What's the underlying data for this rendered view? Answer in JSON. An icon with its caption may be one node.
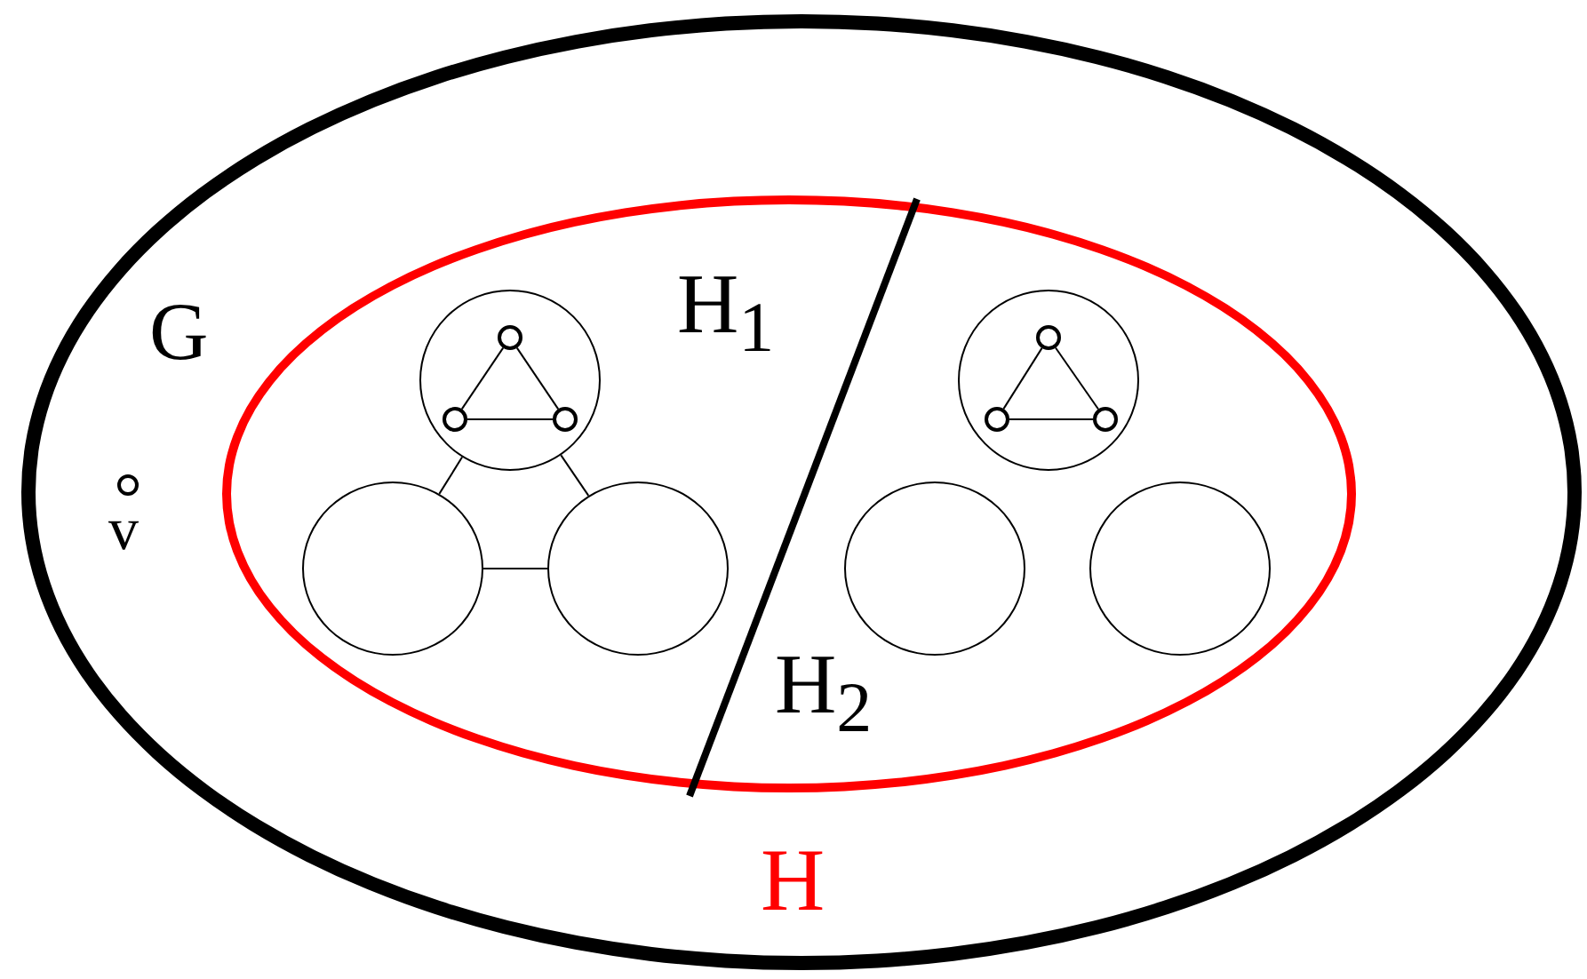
{
  "diagram": {
    "nodes": [
      {
        "text": [
          "G"
        ]
      },
      {
        "text": [
          "H"
        ],
        "in": 0
      },
      {
        "text": [],
        "shape": "circle",
        "in": 0,
        "beside": [
          "v"
        ]
      },
      {
        "text": [],
        "shape": "circle",
        "in": 1
      },
      {
        "text": [],
        "shape": "circle",
        "in": 1
      },
      {
        "text": [],
        "shape": "circle",
        "in": 1
      },
      {
        "text": [],
        "shape": "circle",
        "in": 3
      },
      {
        "text": [],
        "shape": "circle",
        "in": 3
      },
      {
        "text": [],
        "shape": "circle",
        "in": 3
      },
      {
        "text": [],
        "shape": "circle",
        "in": 1
      },
      {
        "text": [],
        "shape": "circle",
        "in": 1
      },
      {
        "text": [],
        "shape": "circle",
        "in": 1
      },
      {
        "text": [],
        "shape": "circle",
        "in": 9
      },
      {
        "text": [],
        "shape": "circle",
        "in": 9
      },
      {
        "text": [],
        "shape": "circle",
        "in": 9
      }
    ],
    "edges": [
      {
        "from": 3,
        "to": 4,
        "arrow": "none"
      },
      {
        "from": 3,
        "to": 5,
        "arrow": "none"
      },
      {
        "from": 4,
        "to": 5,
        "arrow": "none"
      },
      {
        "from": 6,
        "to": 7,
        "arrow": "none"
      },
      {
        "from": 6,
        "to": 8,
        "arrow": "none"
      },
      {
        "from": 7,
        "to": 8,
        "arrow": "none"
      },
      {
        "from": 12,
        "to": 13,
        "arrow": "none"
      },
      {
        "from": 12,
        "to": 14,
        "arrow": "none"
      },
      {
        "from": 13,
        "to": 14,
        "arrow": "none"
      }
    ],
    "labels": [
      "H$_{1}$",
      "H$_{2}$"
    ]
  }
}
